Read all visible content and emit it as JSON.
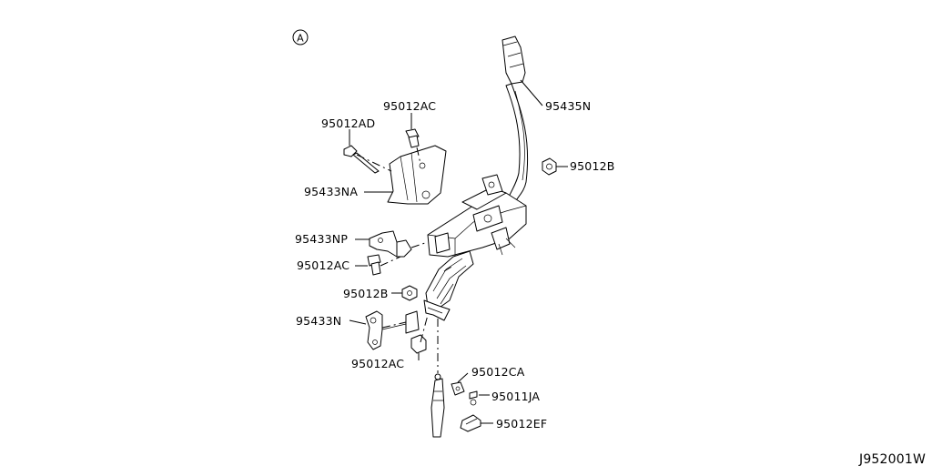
{
  "view_marker": "A",
  "drawing_id": "J952001W",
  "labels": {
    "p95435N": "95435N",
    "p95012AC_top": "95012AC",
    "p95012AD": "95012AD",
    "p95012B_right": "95012B",
    "p95433NA": "95433NA",
    "p95433NP": "95433NP",
    "p95012AC_mid": "95012AC",
    "p95012B_left": "95012B",
    "p95433N": "95433N",
    "p95012AC_bottom": "95012AC",
    "p95012CA": "95012CA",
    "p95011JA": "95011JA",
    "p95012EF": "95012EF"
  }
}
